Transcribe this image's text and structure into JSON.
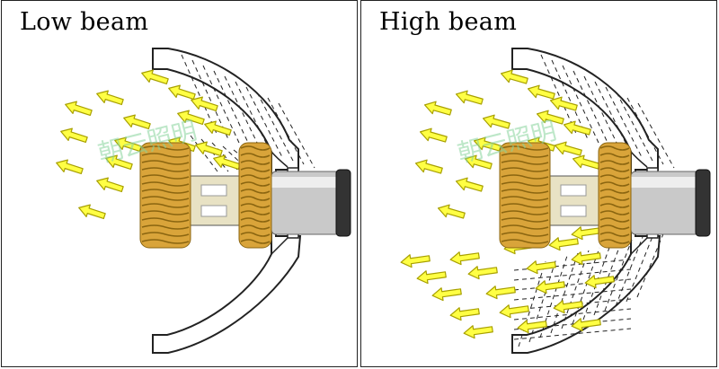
{
  "panels": [
    {
      "label": "Low beam",
      "mode": "low"
    },
    {
      "label": "High beam",
      "mode": "high"
    }
  ],
  "colors": {
    "arrow_fill": "#ffff44",
    "arrow_stroke": "#a8a000",
    "heatsink_gold": "#d9a43a",
    "reflector_stroke": "#222222",
    "bulb_base": "#c9c9c9"
  },
  "watermark": "朝云照明"
}
